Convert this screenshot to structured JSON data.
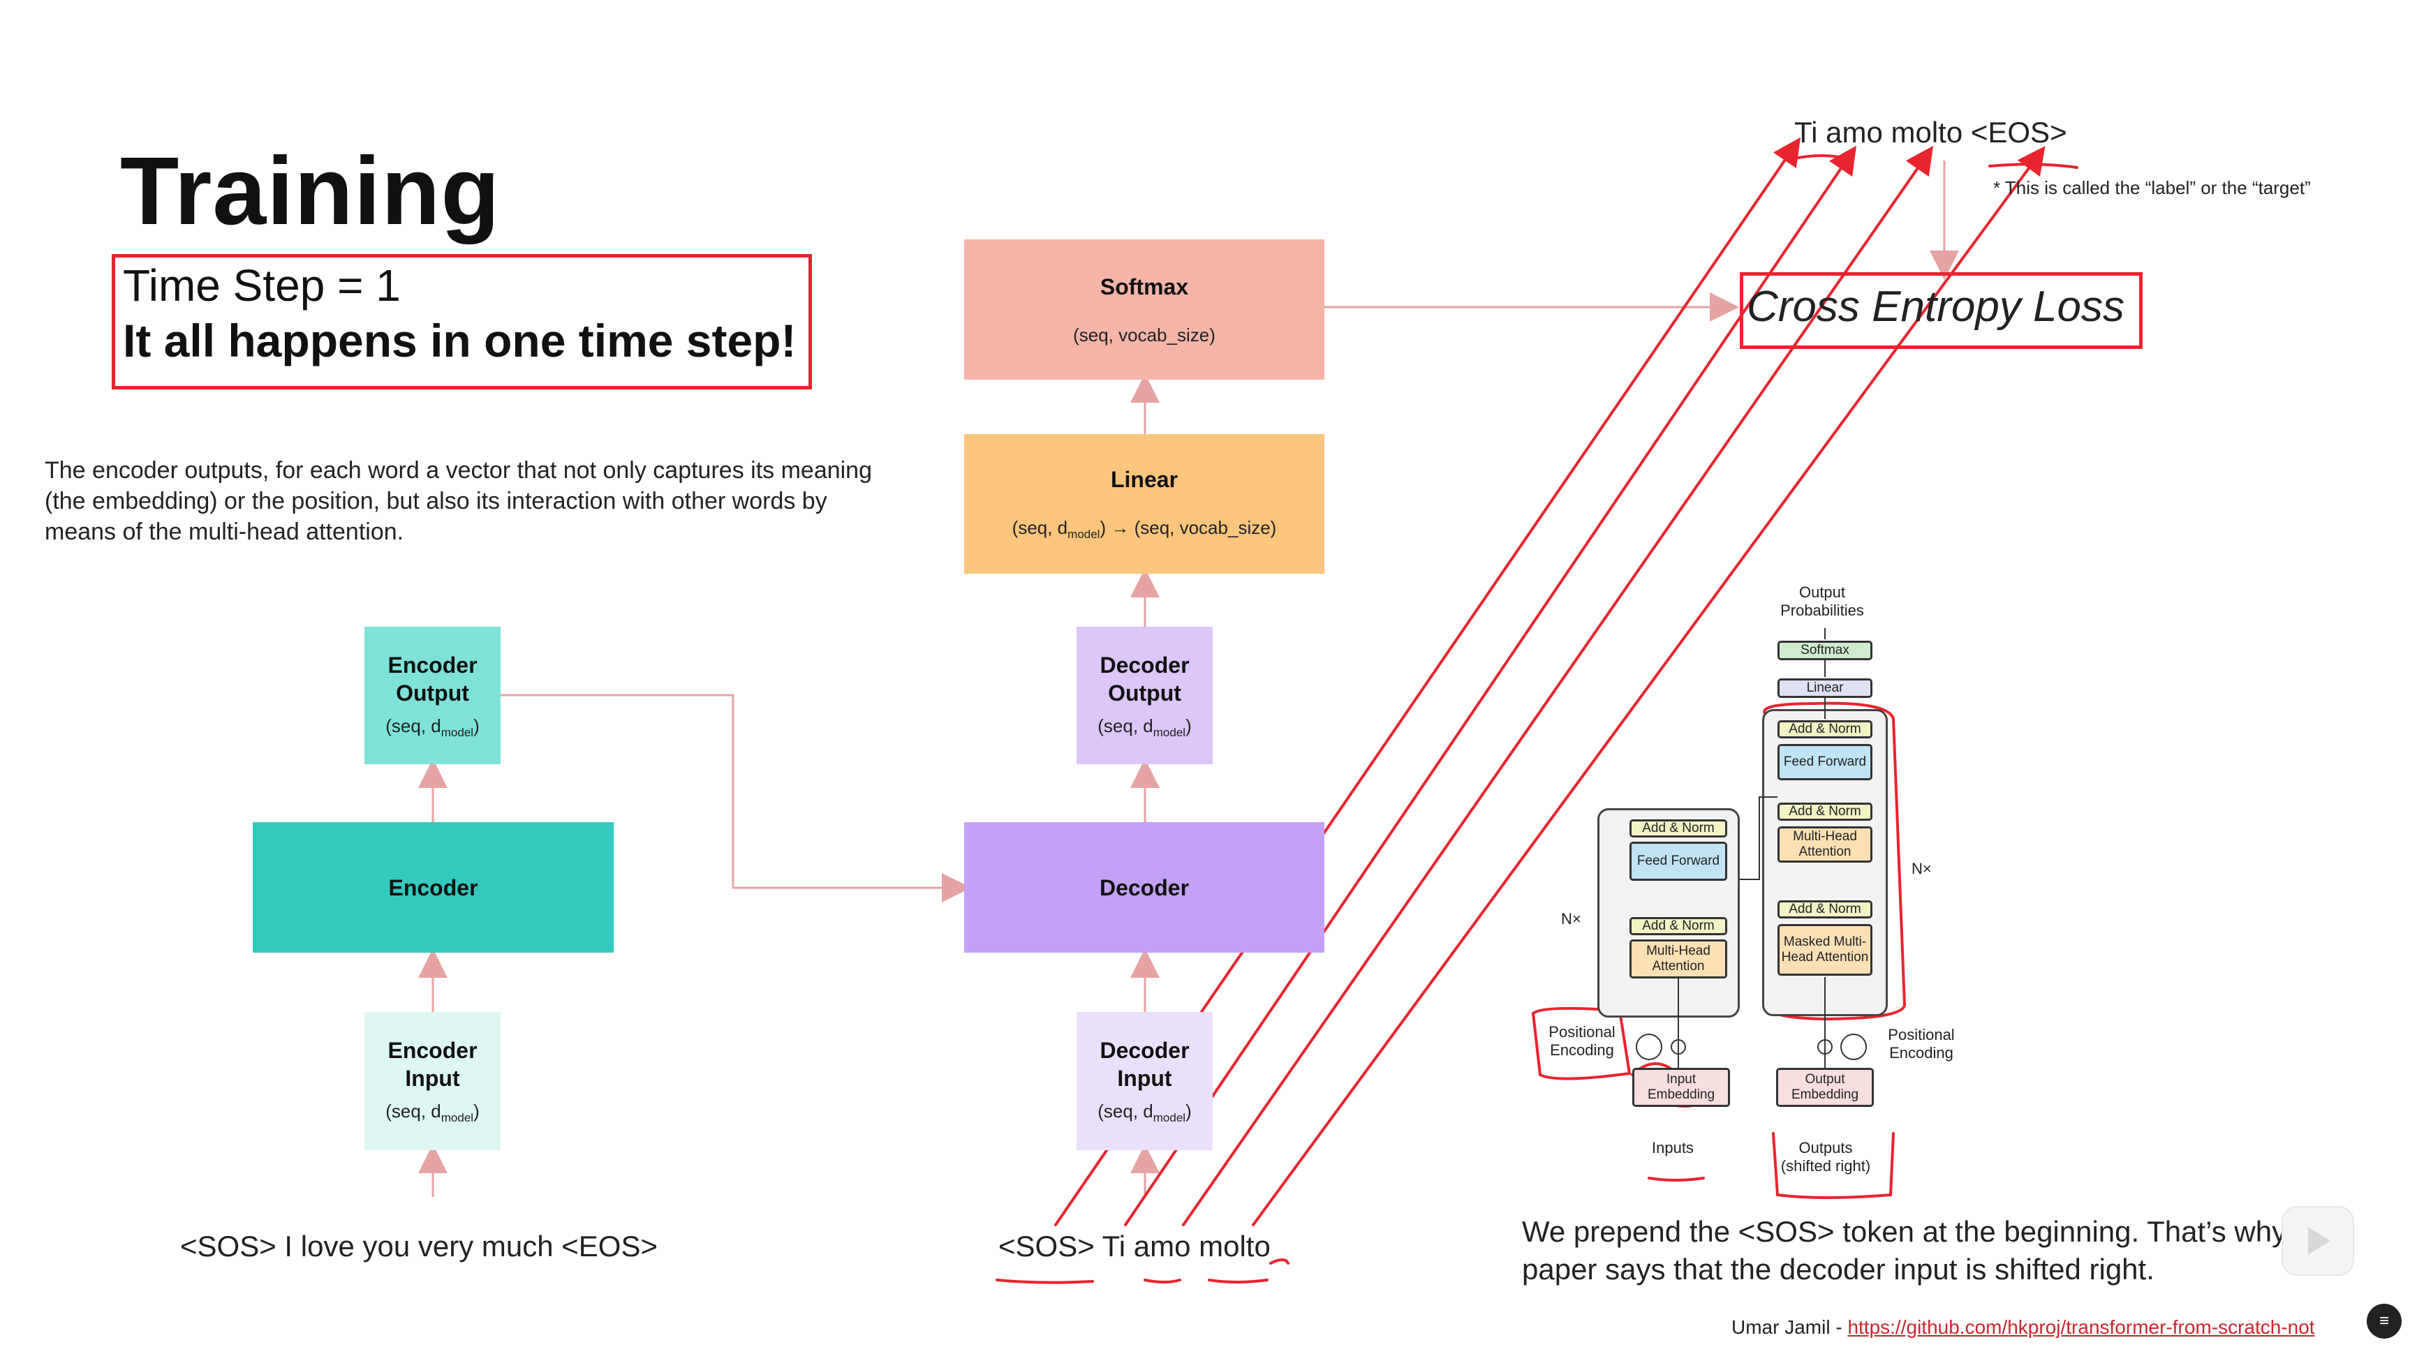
{
  "title": "Training",
  "time_step": {
    "line1": "Time Step = 1",
    "line2": "It all happens in one time step!"
  },
  "description": "The encoder outputs, for each word a vector that not only captures its meaning (the embedding) or the position, but also its interaction with other words by means of the multi-head attention.",
  "blocks": {
    "encoder_output": {
      "line1": "Encoder",
      "line2": "Output",
      "dim": "(seq, d",
      "sub": "model",
      "dim_end": ")"
    },
    "encoder": {
      "label": "Encoder"
    },
    "encoder_input": {
      "line1": "Encoder",
      "line2": "Input",
      "dim": "(seq, d",
      "sub": "model",
      "dim_end": ")"
    },
    "softmax": {
      "label": "Softmax",
      "dim": "(seq, vocab_size)"
    },
    "linear": {
      "label": "Linear",
      "dim_a": "(seq, d",
      "sub": "model",
      "dim_b": ") → (seq, vocab_size)"
    },
    "decoder_output": {
      "line1": "Decoder",
      "line2": "Output",
      "dim": "(seq, d",
      "sub": "model",
      "dim_end": ")"
    },
    "decoder": {
      "label": "Decoder"
    },
    "decoder_input": {
      "line1": "Decoder",
      "line2": "Input",
      "dim": "(seq, d",
      "sub": "model",
      "dim_end": ")"
    }
  },
  "sequences": {
    "encoder_sentence": "<SOS> I love you very much <EOS>",
    "decoder_sentence": "<SOS> Ti amo molto",
    "target_sentence": "Ti amo molto <EOS>"
  },
  "target_note": "* This is called the “label” or the “target”",
  "loss": "Cross Entropy Loss",
  "prepend_note": "We prepend the <SOS> token at the beginning. That’s why the paper says that the decoder input is shifted right.",
  "credit": {
    "author": "Umar Jamil - ",
    "link": "https://github.com/hkproj/transformer-from-scratch-not"
  },
  "mini_diagram": {
    "output_probabilities": "Output Probabilities",
    "softmax": "Softmax",
    "linear": "Linear",
    "add_norm": "Add & Norm",
    "feed_forward": "Feed Forward",
    "multi_head_attention": "Multi-Head Attention",
    "masked_multi_head_attention": "Masked Multi-Head Attention",
    "nx_left": "N×",
    "nx_right": "N×",
    "positional_encoding": "Positional Encoding",
    "input_embedding": "Input Embedding",
    "output_embedding": "Output Embedding",
    "inputs": "Inputs",
    "outputs": "Outputs (shifted right)"
  },
  "colors": {
    "annotation_red": "#e8242e",
    "encoder": "#33c9be",
    "decoder": "#c4a1f7",
    "softmax": "#f4b4a8",
    "linear": "#fcc57e"
  }
}
